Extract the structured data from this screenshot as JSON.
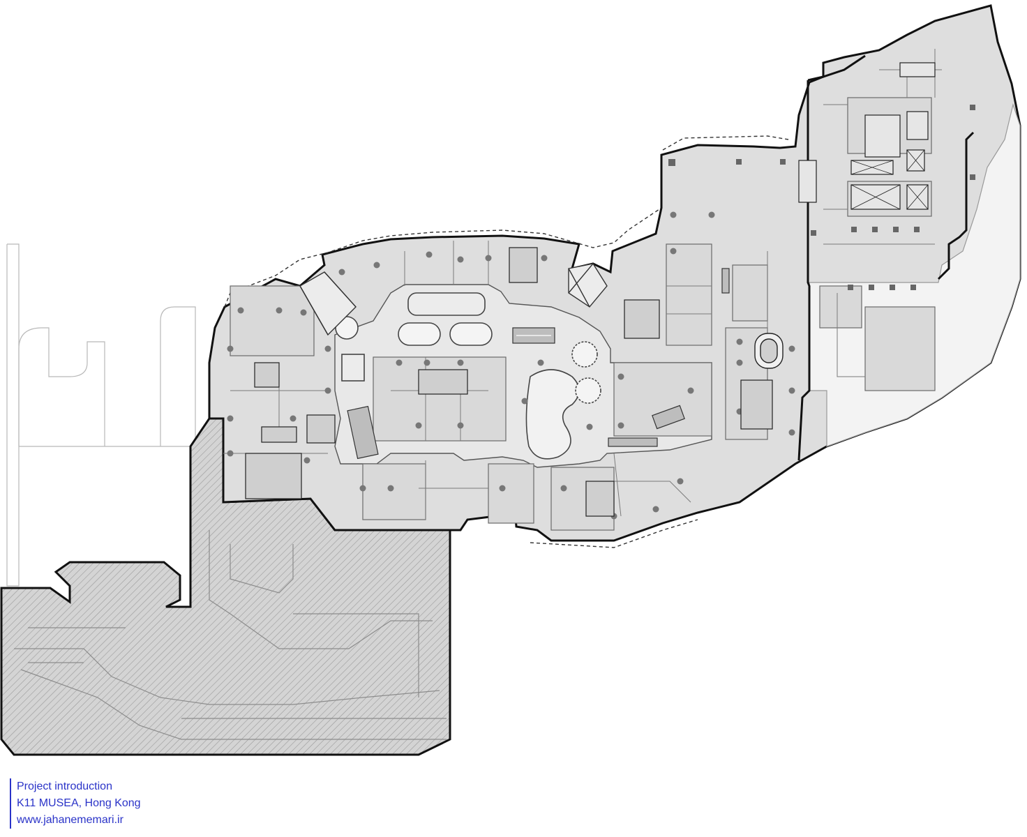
{
  "caption": {
    "line1": "Project introduction",
    "line2": "K11 MUSEA, Hong Kong",
    "line3": "www.jahanememari.ir"
  },
  "colors": {
    "caption_text": "#2a33c8",
    "fill_main": "#dedede",
    "fill_hatch": "#c9c9c9",
    "wall": "#111111",
    "line_thin": "#888888"
  }
}
